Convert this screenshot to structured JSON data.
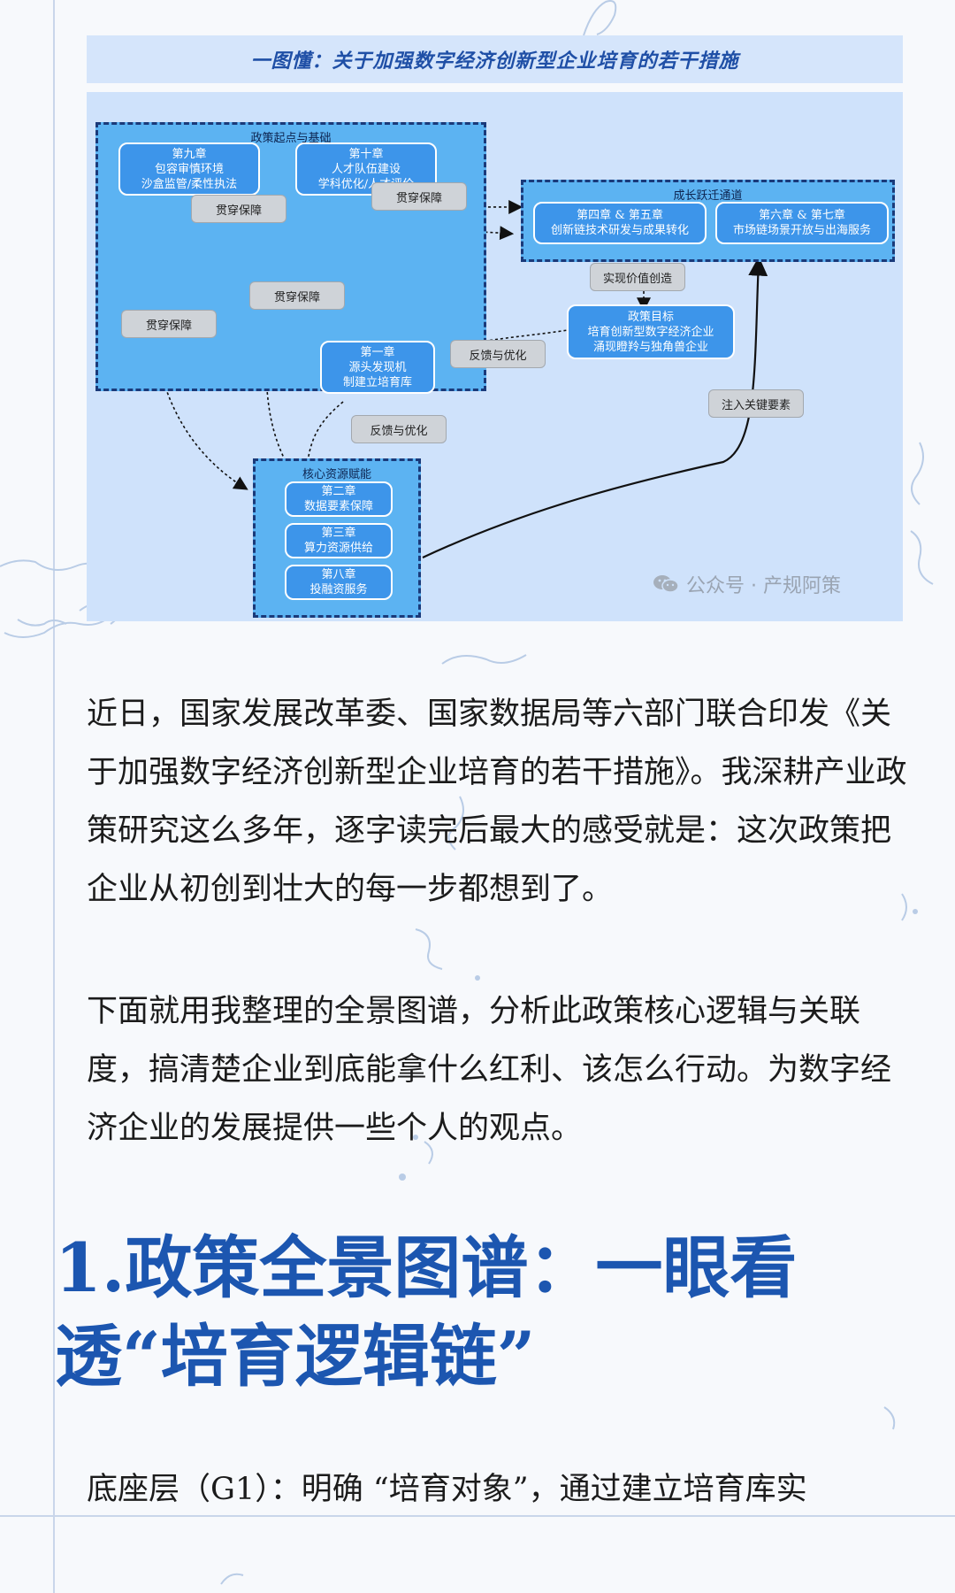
{
  "figure": {
    "title": "一图懂：关于加强数字经济创新型企业培育的若干措施",
    "groups": {
      "start": "政策起点与基础",
      "growth": "成长跃迁通道",
      "core": "核心资源赋能"
    },
    "nodes": {
      "ch9": {
        "line1": "第九章",
        "line2": "包容审慎环境",
        "line3": "沙盒监管/柔性执法"
      },
      "ch10": {
        "line1": "第十章",
        "line2": "人才队伍建设",
        "line3": "学科优化/人才评价"
      },
      "ch1": {
        "line1": "第一章",
        "line2": "源头发现机",
        "line3": "制建立培育库"
      },
      "ch45": {
        "line1": "第四章 & 第五章",
        "line2": "创新链技术研发与成果转化"
      },
      "ch67": {
        "line1": "第六章 & 第七章",
        "line2": "市场链场景开放与出海服务"
      },
      "goal": {
        "line1": "政策目标",
        "line2": "培育创新型数字经济企业",
        "line3": "涌现瞪羚与独角兽企业"
      },
      "ch2": {
        "line1": "第二章",
        "line2": "数据要素保障"
      },
      "ch3": {
        "line1": "第三章",
        "line2": "算力资源供给"
      },
      "ch8": {
        "line1": "第八章",
        "line2": "投融资服务"
      }
    },
    "edge_labels": {
      "through1": "贯穿保障",
      "through2": "贯穿保障",
      "through3": "贯穿保障",
      "through4": "贯穿保障",
      "value": "实现价值创造",
      "feedback1": "反馈与优化",
      "feedback2": "反馈与优化",
      "inject": "注入关键要素"
    },
    "watermark": "公众号 · 产规阿策"
  },
  "article": {
    "para1": "近日，国家发展改革委、国家数据局等六部门联合印发《关于加强数字经济创新型企业培育的若干措施》。我深耕产业政策研究这么多年，逐字读完后最大的感受就是：这次政策把企业从初创到壮大的每一步都想到了。",
    "para2": "下面就用我整理的全景图谱，分析此政策核心逻辑与关联度，搞清楚企业到底能拿什么红利、该怎么行动。为数字经济企业的发展提供一些个人的观点。",
    "heading": "1.政策全景图谱：一眼看透“培育逻辑链”",
    "para3": "底座层（G1）：明确 “培育对象”，通过建立培育库实"
  },
  "colors": {
    "title_band": "#d5e5fb",
    "group_fill": "#5cb3f2",
    "node_fill": "#3d95ea",
    "heading": "#1c56b0"
  }
}
